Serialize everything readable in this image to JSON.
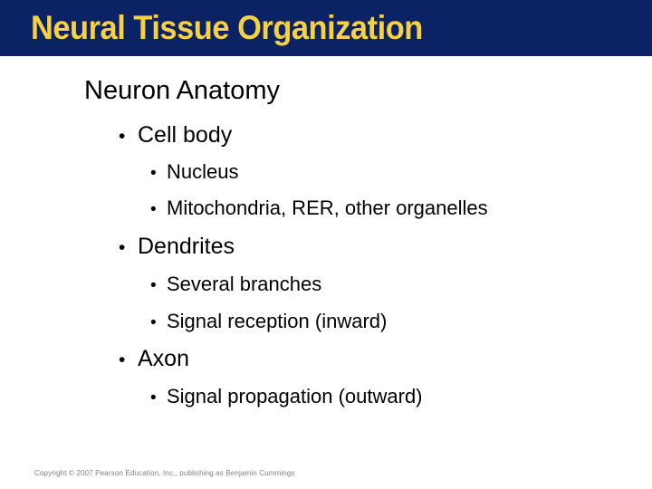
{
  "slide": {
    "title": "Neural Tissue Organization",
    "heading": "Neuron Anatomy",
    "bullet_glyph": "•",
    "outline": [
      {
        "level": 2,
        "label": "Cell body",
        "children": [
          {
            "level": 3,
            "label": "Nucleus"
          },
          {
            "level": 3,
            "label": "Mitochondria, RER, other organelles"
          }
        ]
      },
      {
        "level": 2,
        "label": "Dendrites",
        "children": [
          {
            "level": 3,
            "label": "Several branches"
          },
          {
            "level": 3,
            "label": "Signal reception (inward)"
          }
        ]
      },
      {
        "level": 2,
        "label": "Axon",
        "children": [
          {
            "level": 3,
            "label": "Signal propagation (outward)"
          }
        ]
      }
    ],
    "copyright": "Copyright © 2007 Pearson Education, Inc., publishing as Benjamin Cummings",
    "colors": {
      "title_band": "#0b2265",
      "title_text": "#f6d045",
      "body_text": "#000000",
      "background": "#ffffff",
      "footer_text": "#808080"
    }
  }
}
